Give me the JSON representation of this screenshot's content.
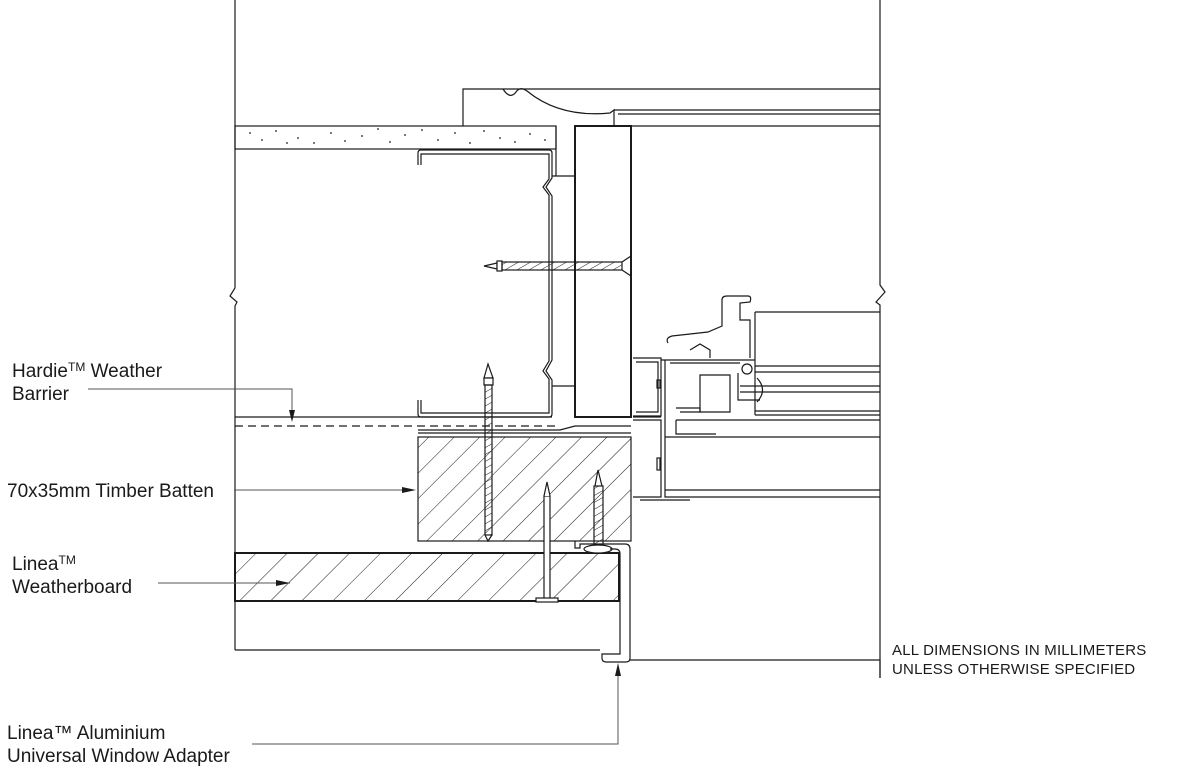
{
  "drawing": {
    "type": "architectural-section-detail",
    "colors": {
      "line": "#1a1a1a",
      "leader": "#555555",
      "background": "#ffffff"
    }
  },
  "labels": {
    "weather_barrier": {
      "line1_brand": "Hardie",
      "line1_tm": "TM",
      "line1_rest": " Weather",
      "line2": "Barrier"
    },
    "timber_batten": {
      "text": "70x35mm Timber Batten"
    },
    "weatherboard": {
      "line1_brand": "Linea",
      "line1_tm": "TM",
      "line2": "Weatherboard"
    },
    "window_adapter": {
      "line1": "Linea™ Aluminium",
      "line2": "Universal Window Adapter"
    }
  },
  "notes": {
    "dimensions": {
      "line1": "ALL DIMENSIONS IN MILLIMETERS",
      "line2": "UNLESS OTHERWISE SPECIFIED"
    }
  }
}
